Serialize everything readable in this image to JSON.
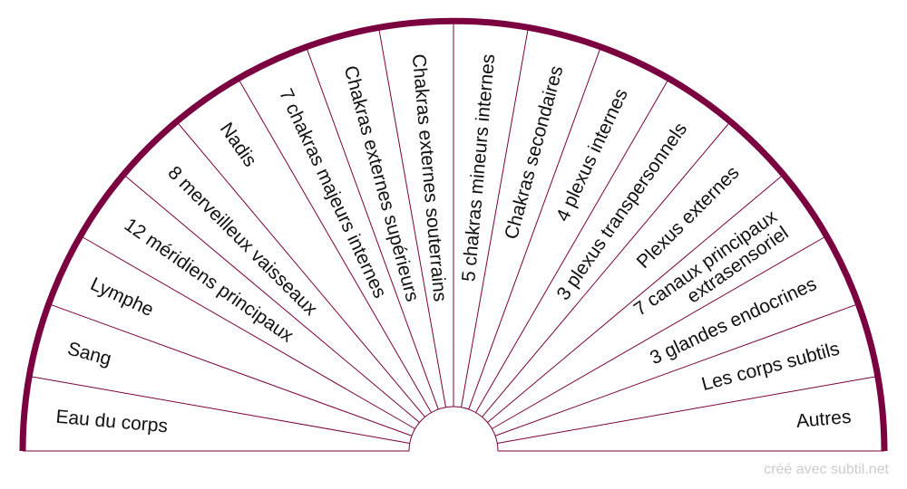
{
  "colors": {
    "frame": "#7a0040",
    "divider": "#7a0040",
    "text": "#111111",
    "credit": "#cccccc"
  },
  "segments": [
    {
      "lines": [
        "Eau du corps"
      ]
    },
    {
      "lines": [
        "Sang"
      ]
    },
    {
      "lines": [
        "Lymphe"
      ]
    },
    {
      "lines": [
        "12 méridiens principaux"
      ]
    },
    {
      "lines": [
        "8 merveilleux vaisseaux"
      ]
    },
    {
      "lines": [
        "Nadis"
      ]
    },
    {
      "lines": [
        "7 chakras majeurs internes"
      ]
    },
    {
      "lines": [
        "Chakras externes supérieurs"
      ]
    },
    {
      "lines": [
        "Chakras externes souterrains"
      ]
    },
    {
      "lines": [
        "5 chakras mineurs internes"
      ]
    },
    {
      "lines": [
        "Chakras secondaires"
      ]
    },
    {
      "lines": [
        "4 plexus internes"
      ]
    },
    {
      "lines": [
        "3 plexus transpersonnels"
      ]
    },
    {
      "lines": [
        "Plexus externes"
      ]
    },
    {
      "lines": [
        "7 canaux principaux",
        "extrasensoriel"
      ]
    },
    {
      "lines": [
        "3 glandes endocrines"
      ]
    },
    {
      "lines": [
        "Les corps subtils"
      ]
    },
    {
      "lines": [
        "Autres"
      ]
    }
  ],
  "credit": "créé avec subtil.net"
}
